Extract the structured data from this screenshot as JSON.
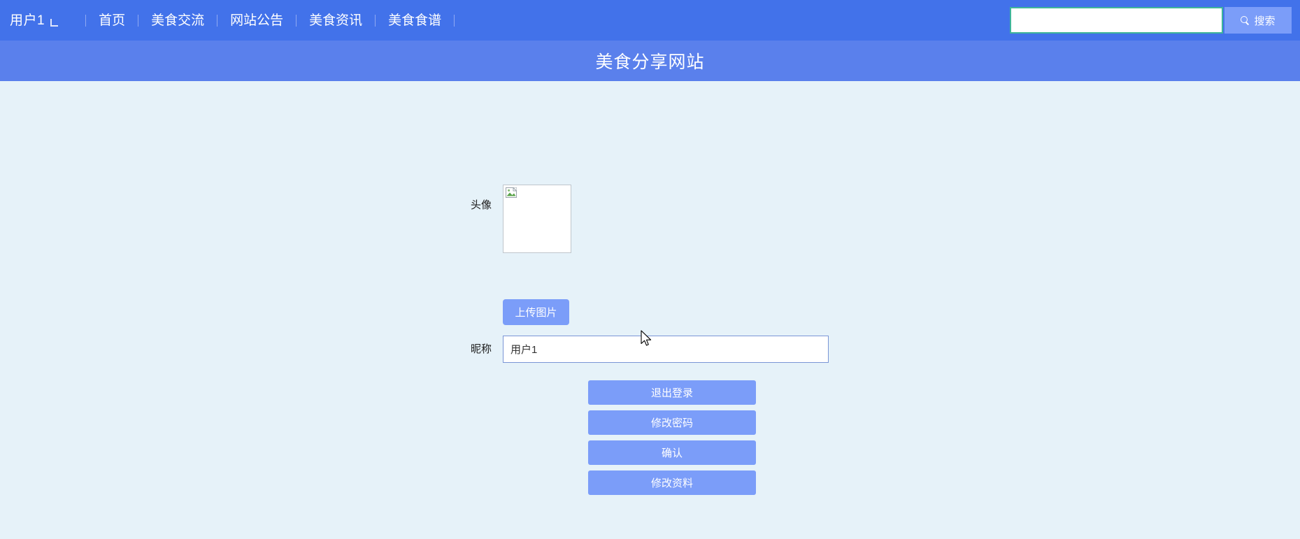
{
  "colors": {
    "nav_bg": "#4272ea",
    "title_band_bg": "#5a80ec",
    "page_bg": "#e6f2f9",
    "button_blue": "#7b9df9",
    "search_border_teal": "#3fb59a",
    "input_border": "#7a95d6"
  },
  "navbar": {
    "user": {
      "name": "用户1",
      "caret_icon": "chevron-down-icon"
    },
    "links": [
      {
        "label": "首页"
      },
      {
        "label": "美食交流"
      },
      {
        "label": "网站公告"
      },
      {
        "label": "美食资讯"
      },
      {
        "label": "美食食谱"
      }
    ],
    "search": {
      "value": "",
      "placeholder": "",
      "button_label": "搜索",
      "button_icon": "search-icon"
    }
  },
  "header": {
    "site_title": "美食分享网站"
  },
  "profile": {
    "avatar": {
      "label": "头像",
      "image_state": "broken-image",
      "icon": "broken-image-icon"
    },
    "upload": {
      "label": "上传图片"
    },
    "nickname": {
      "label": "昵称",
      "value": "用户1",
      "placeholder": ""
    },
    "actions": [
      {
        "label": "退出登录"
      },
      {
        "label": "修改密码"
      },
      {
        "label": "确认"
      },
      {
        "label": "修改资料"
      }
    ]
  }
}
